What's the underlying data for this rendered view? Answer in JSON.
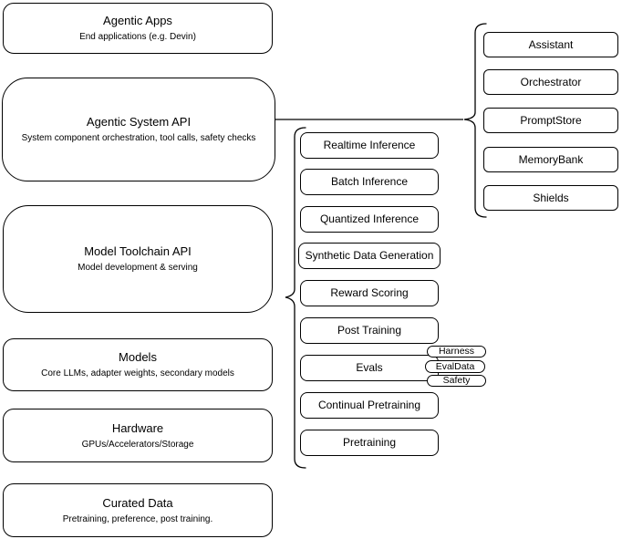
{
  "diagram": {
    "title": "Agentic stack layer diagram",
    "colors": {
      "stroke": "#000000",
      "fill": "#ffffff",
      "text": "#000000"
    },
    "left_column": [
      {
        "title": "Agentic Apps",
        "subtitle": "End applications (e.g. Devin)"
      },
      {
        "title": "Agentic System API",
        "subtitle": "System component orchestration, tool calls, safety checks"
      },
      {
        "title": "Model Toolchain API",
        "subtitle": "Model development & serving"
      },
      {
        "title": "Models",
        "subtitle": "Core LLMs, adapter weights, secondary models"
      },
      {
        "title": "Hardware",
        "subtitle": "GPUs/Accelerators/Storage"
      },
      {
        "title": "Curated Data",
        "subtitle": "Pretraining, preference, post training."
      }
    ],
    "toolchain_services": [
      "Realtime Inference",
      "Batch Inference",
      "Quantized Inference",
      "Synthetic Data Generation",
      "Reward Scoring",
      "Post Training",
      "Evals",
      "Continual Pretraining",
      "Pretraining"
    ],
    "eval_components": [
      "Harness",
      "EvalData",
      "Safety"
    ],
    "system_components": [
      "Assistant",
      "Orchestrator",
      "PromptStore",
      "MemoryBank",
      "Shields"
    ]
  }
}
